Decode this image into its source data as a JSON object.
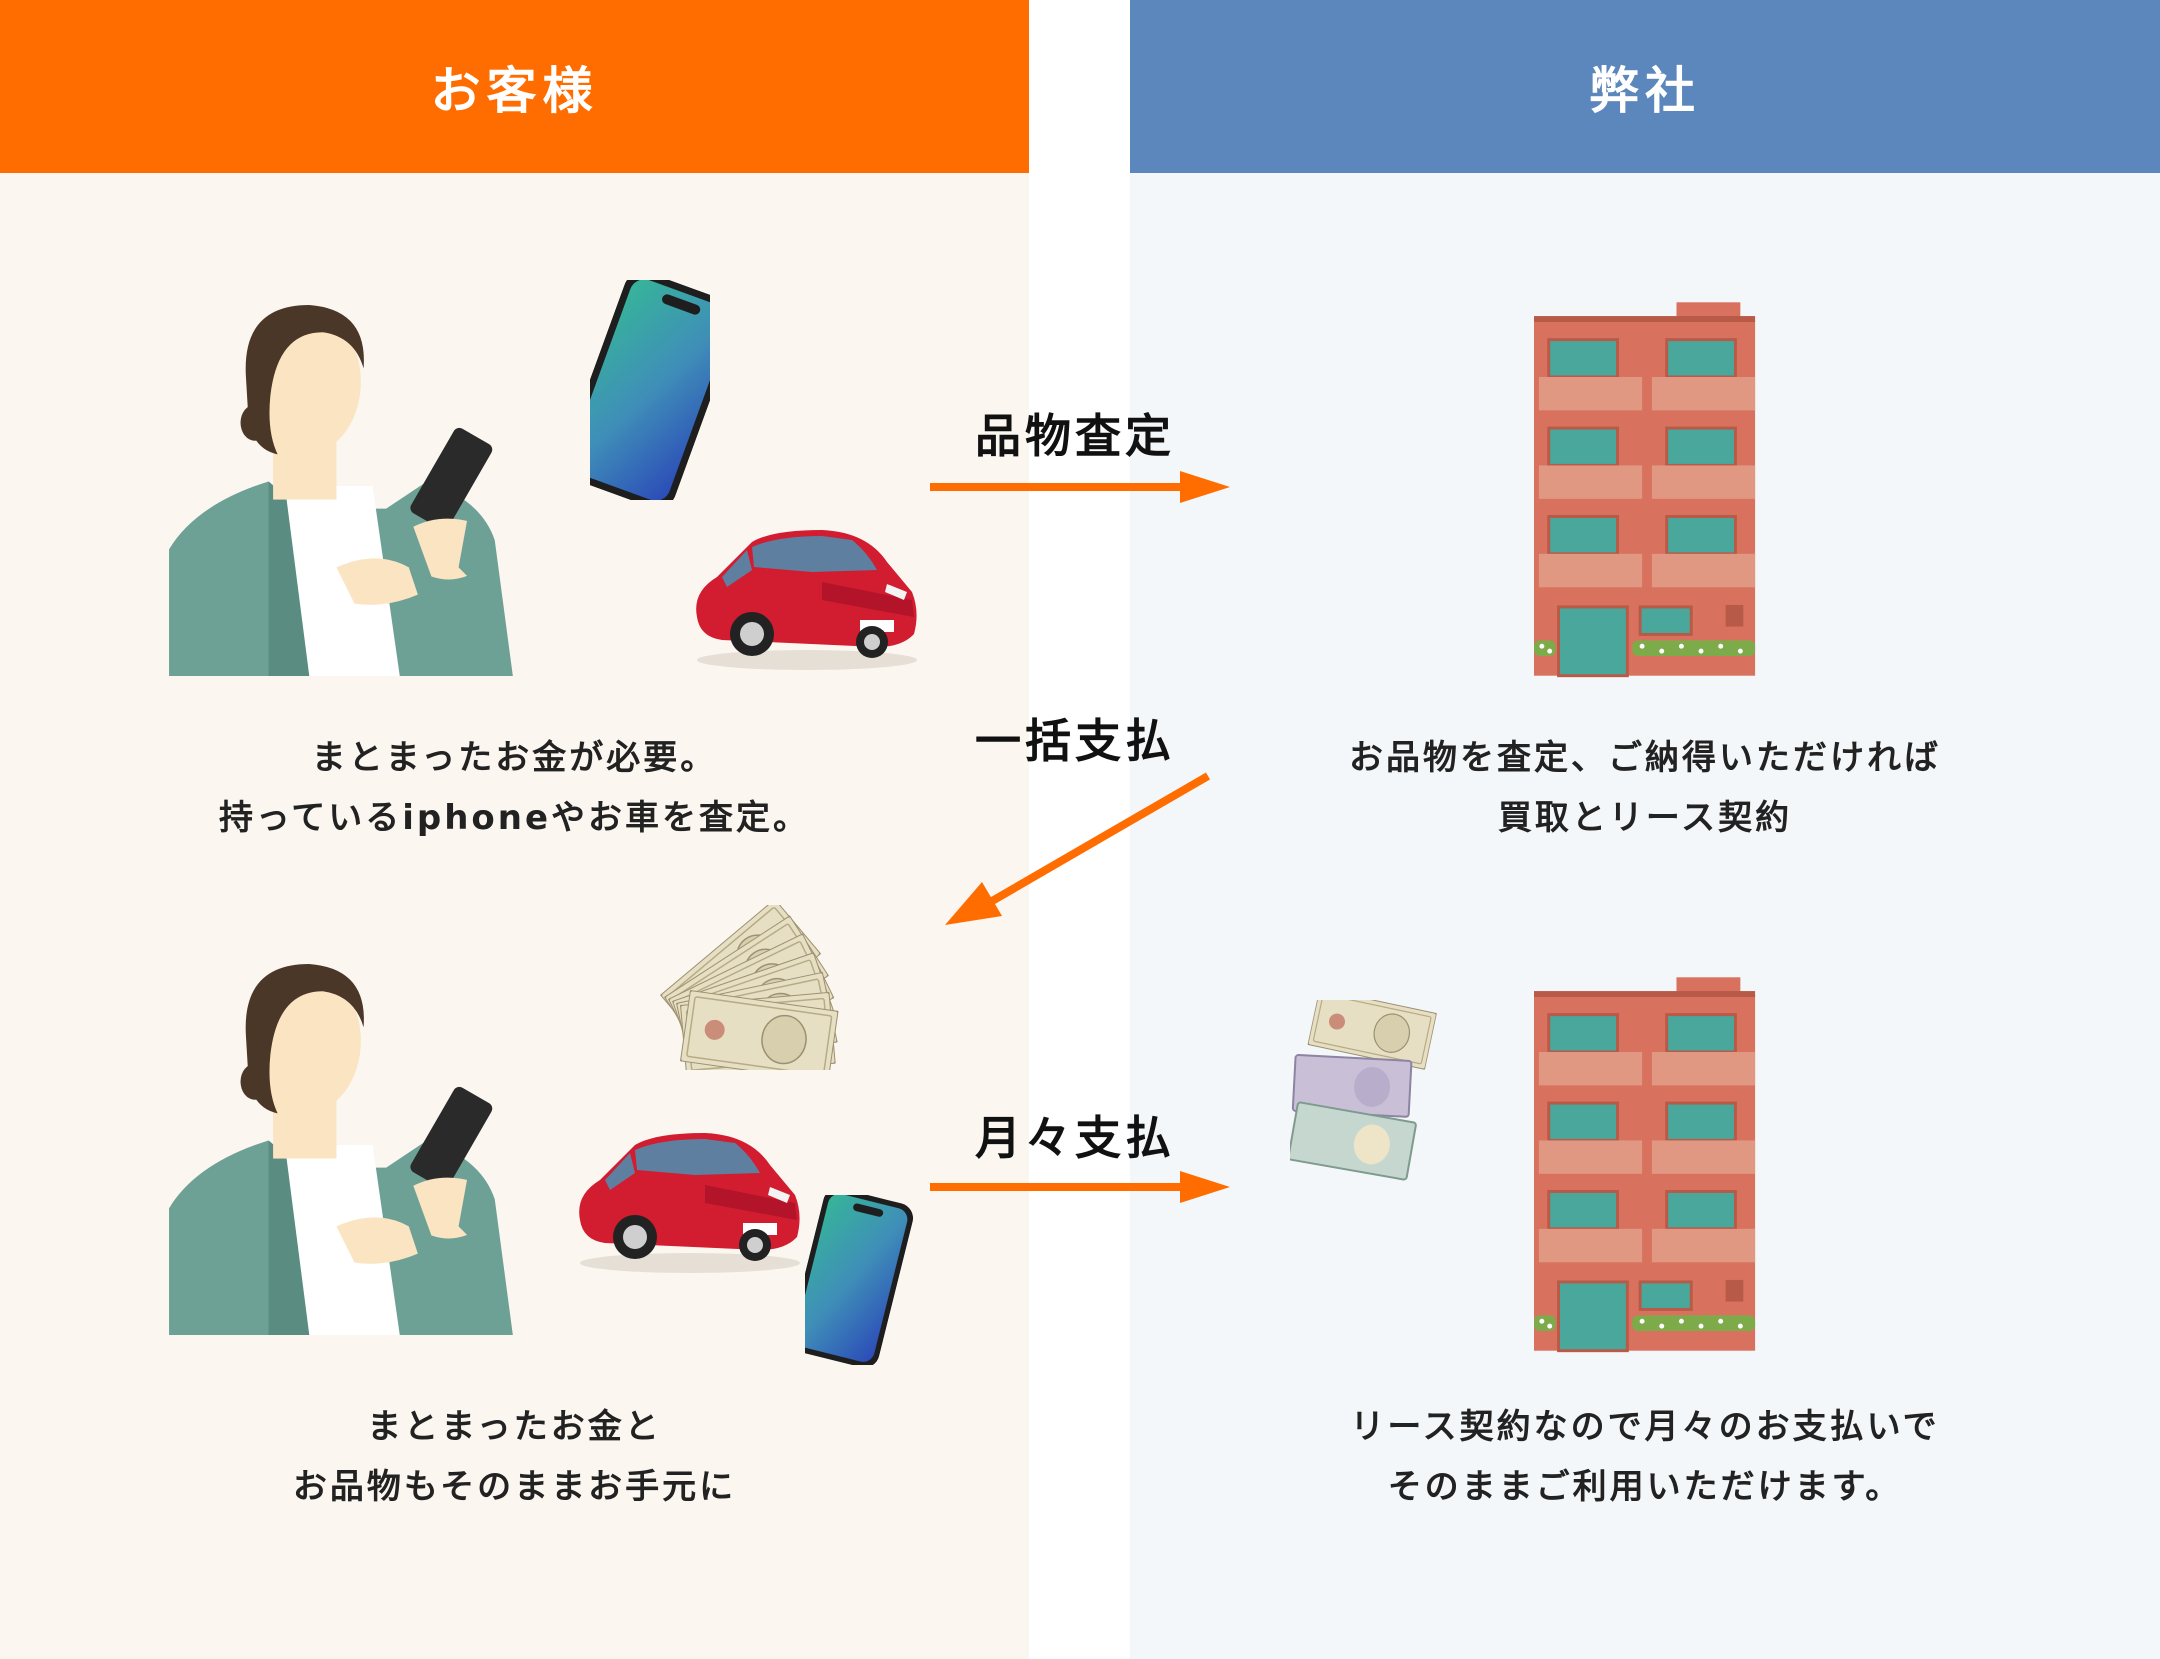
{
  "headers": {
    "customer": "お客様",
    "company": "弊社"
  },
  "arrows": {
    "appraisal": "品物査定",
    "lump_sum": "一括支払",
    "monthly": "月々支払"
  },
  "captions": {
    "customer_top": [
      "まとまったお金が必要。",
      "持っているiphoneやお車を査定。"
    ],
    "company_top": [
      "お品物を査定、ご納得いただければ",
      "買取とリース契約"
    ],
    "customer_bottom": [
      "まとまったお金と",
      "お品物もそのままお手元に"
    ],
    "company_bottom": [
      "リース契約なので月々のお支払いで",
      "そのままご利用いただけます。"
    ]
  },
  "colors": {
    "orange": "#ff6d00",
    "blue": "#5b87bc",
    "left_bg": "#fbf6f0",
    "right_bg": "#f3f7f9",
    "building": "#d8725e"
  },
  "icons": [
    "person-icon",
    "smartphone-icon",
    "car-icon",
    "building-icon",
    "banknotes-icon"
  ]
}
